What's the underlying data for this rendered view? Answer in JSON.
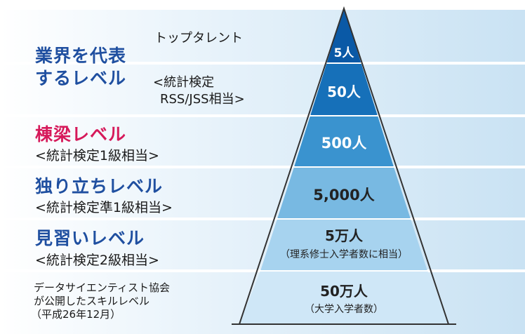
{
  "levels": {
    "industry": {
      "title_line1": "業界を代表",
      "title_line2": "するレベル"
    },
    "top_talent": {
      "label": "トップタレント",
      "count": "5人"
    },
    "rss": {
      "label_line1": "<統計検定",
      "label_line2": "RSS/JSS相当>",
      "count": "50人"
    },
    "bridge": {
      "title": "棟梁レベル",
      "sub": "<統計検定1級相当>",
      "count": "500人"
    },
    "independent": {
      "title": "独り立ちレベル",
      "sub": "<統計検定準1級相当>",
      "count": "5,000人"
    },
    "apprentice": {
      "title": "見習いレベル",
      "sub": "<統計検定2級相当>",
      "count": "5万人",
      "note": "（理系修士入学者数に相当）"
    },
    "base": {
      "count": "50万人",
      "note": "（大学入学者数）"
    }
  },
  "source": {
    "line1": "データサイエンティスト協会",
    "line2": "が公開したスキルレベル",
    "line3": "（平成26年12月）"
  },
  "colors": {
    "tier1": "#0a59a6",
    "tier2": "#1670b9",
    "tier3": "#3a93cf",
    "tier4": "#78b9e2",
    "tier5": "#a7d3ef",
    "tier6": "#cfe7f7",
    "outline": "#333333"
  }
}
